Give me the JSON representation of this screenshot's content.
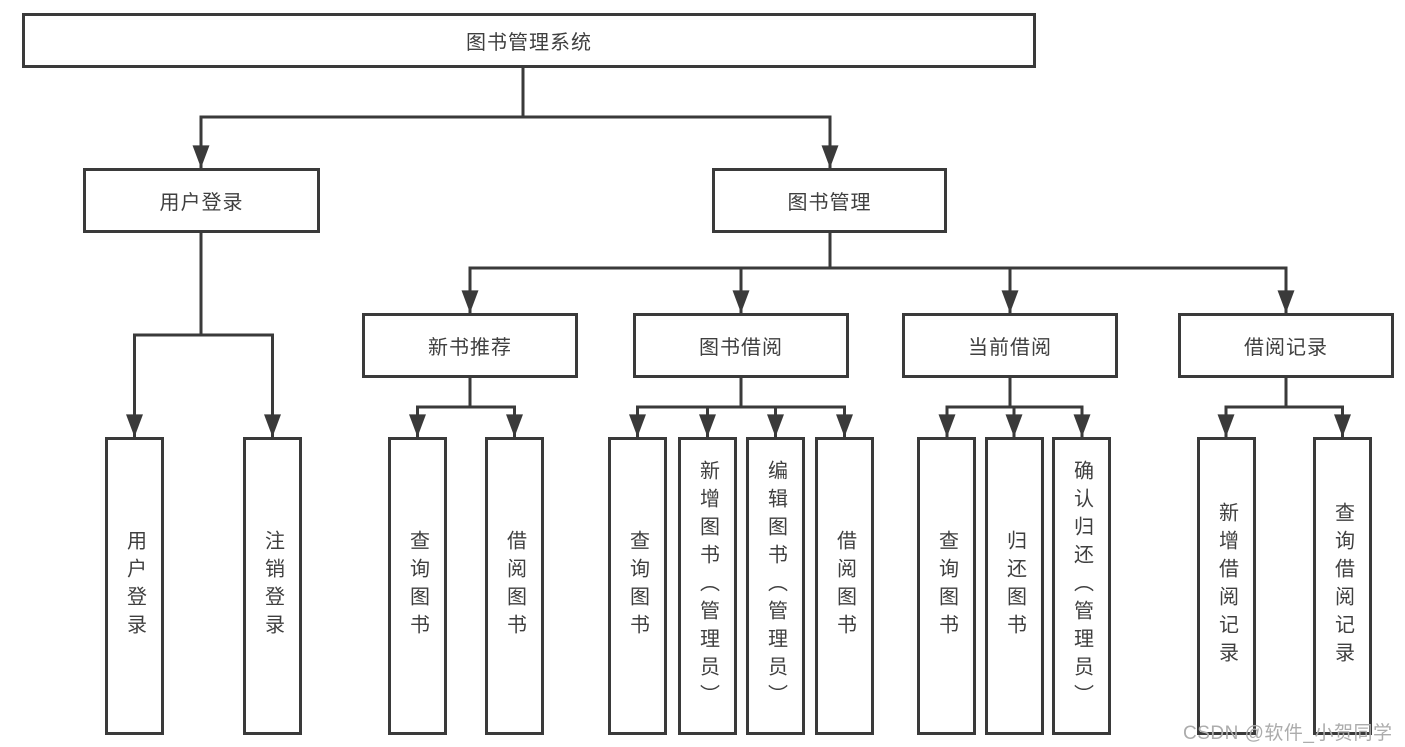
{
  "diagram": {
    "type": "tree",
    "root": {
      "label": "图书管理系统",
      "children": [
        {
          "label": "用户登录",
          "children": [
            {
              "label": "用户登录"
            },
            {
              "label": "注销登录"
            }
          ]
        },
        {
          "label": "图书管理",
          "children": [
            {
              "label": "新书推荐",
              "children": [
                {
                  "label": "查询图书"
                },
                {
                  "label": "借阅图书"
                }
              ]
            },
            {
              "label": "图书借阅",
              "children": [
                {
                  "label": "查询图书"
                },
                {
                  "label": "新增图书（管理员）"
                },
                {
                  "label": "编辑图书（管理员）"
                },
                {
                  "label": "借阅图书"
                }
              ]
            },
            {
              "label": "当前借阅",
              "children": [
                {
                  "label": "查询图书"
                },
                {
                  "label": "归还图书"
                },
                {
                  "label": "确认归还（管理员）"
                }
              ]
            },
            {
              "label": "借阅记录",
              "children": [
                {
                  "label": "新增借阅记录"
                },
                {
                  "label": "查询借阅记录"
                }
              ]
            }
          ]
        }
      ]
    }
  },
  "watermark": {
    "text": "CSDN @软件_小贺同学"
  },
  "colors": {
    "line": "#3a3a3a",
    "text": "#3f3f3f",
    "background": "#ffffff",
    "watermark": "#acacac"
  }
}
